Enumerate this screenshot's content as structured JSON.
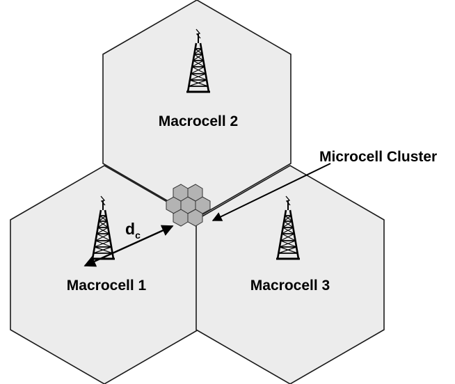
{
  "colors": {
    "cell_fill": "#ececec",
    "cell_stroke": "#1a1a1a",
    "micro_fill": "#b3b3b3",
    "tower": "#000000",
    "arrow": "#000000"
  },
  "macrocells": [
    {
      "label": "Macrocell 1"
    },
    {
      "label": "Macrocell 2"
    },
    {
      "label": "Macrocell 3"
    }
  ],
  "micro_cluster": {
    "label": "Microcell Cluster",
    "cells": 7
  },
  "distance": {
    "symbol": "d",
    "subscript": "c"
  },
  "icons": [
    "cell-tower-icon",
    "arrow-icon"
  ]
}
